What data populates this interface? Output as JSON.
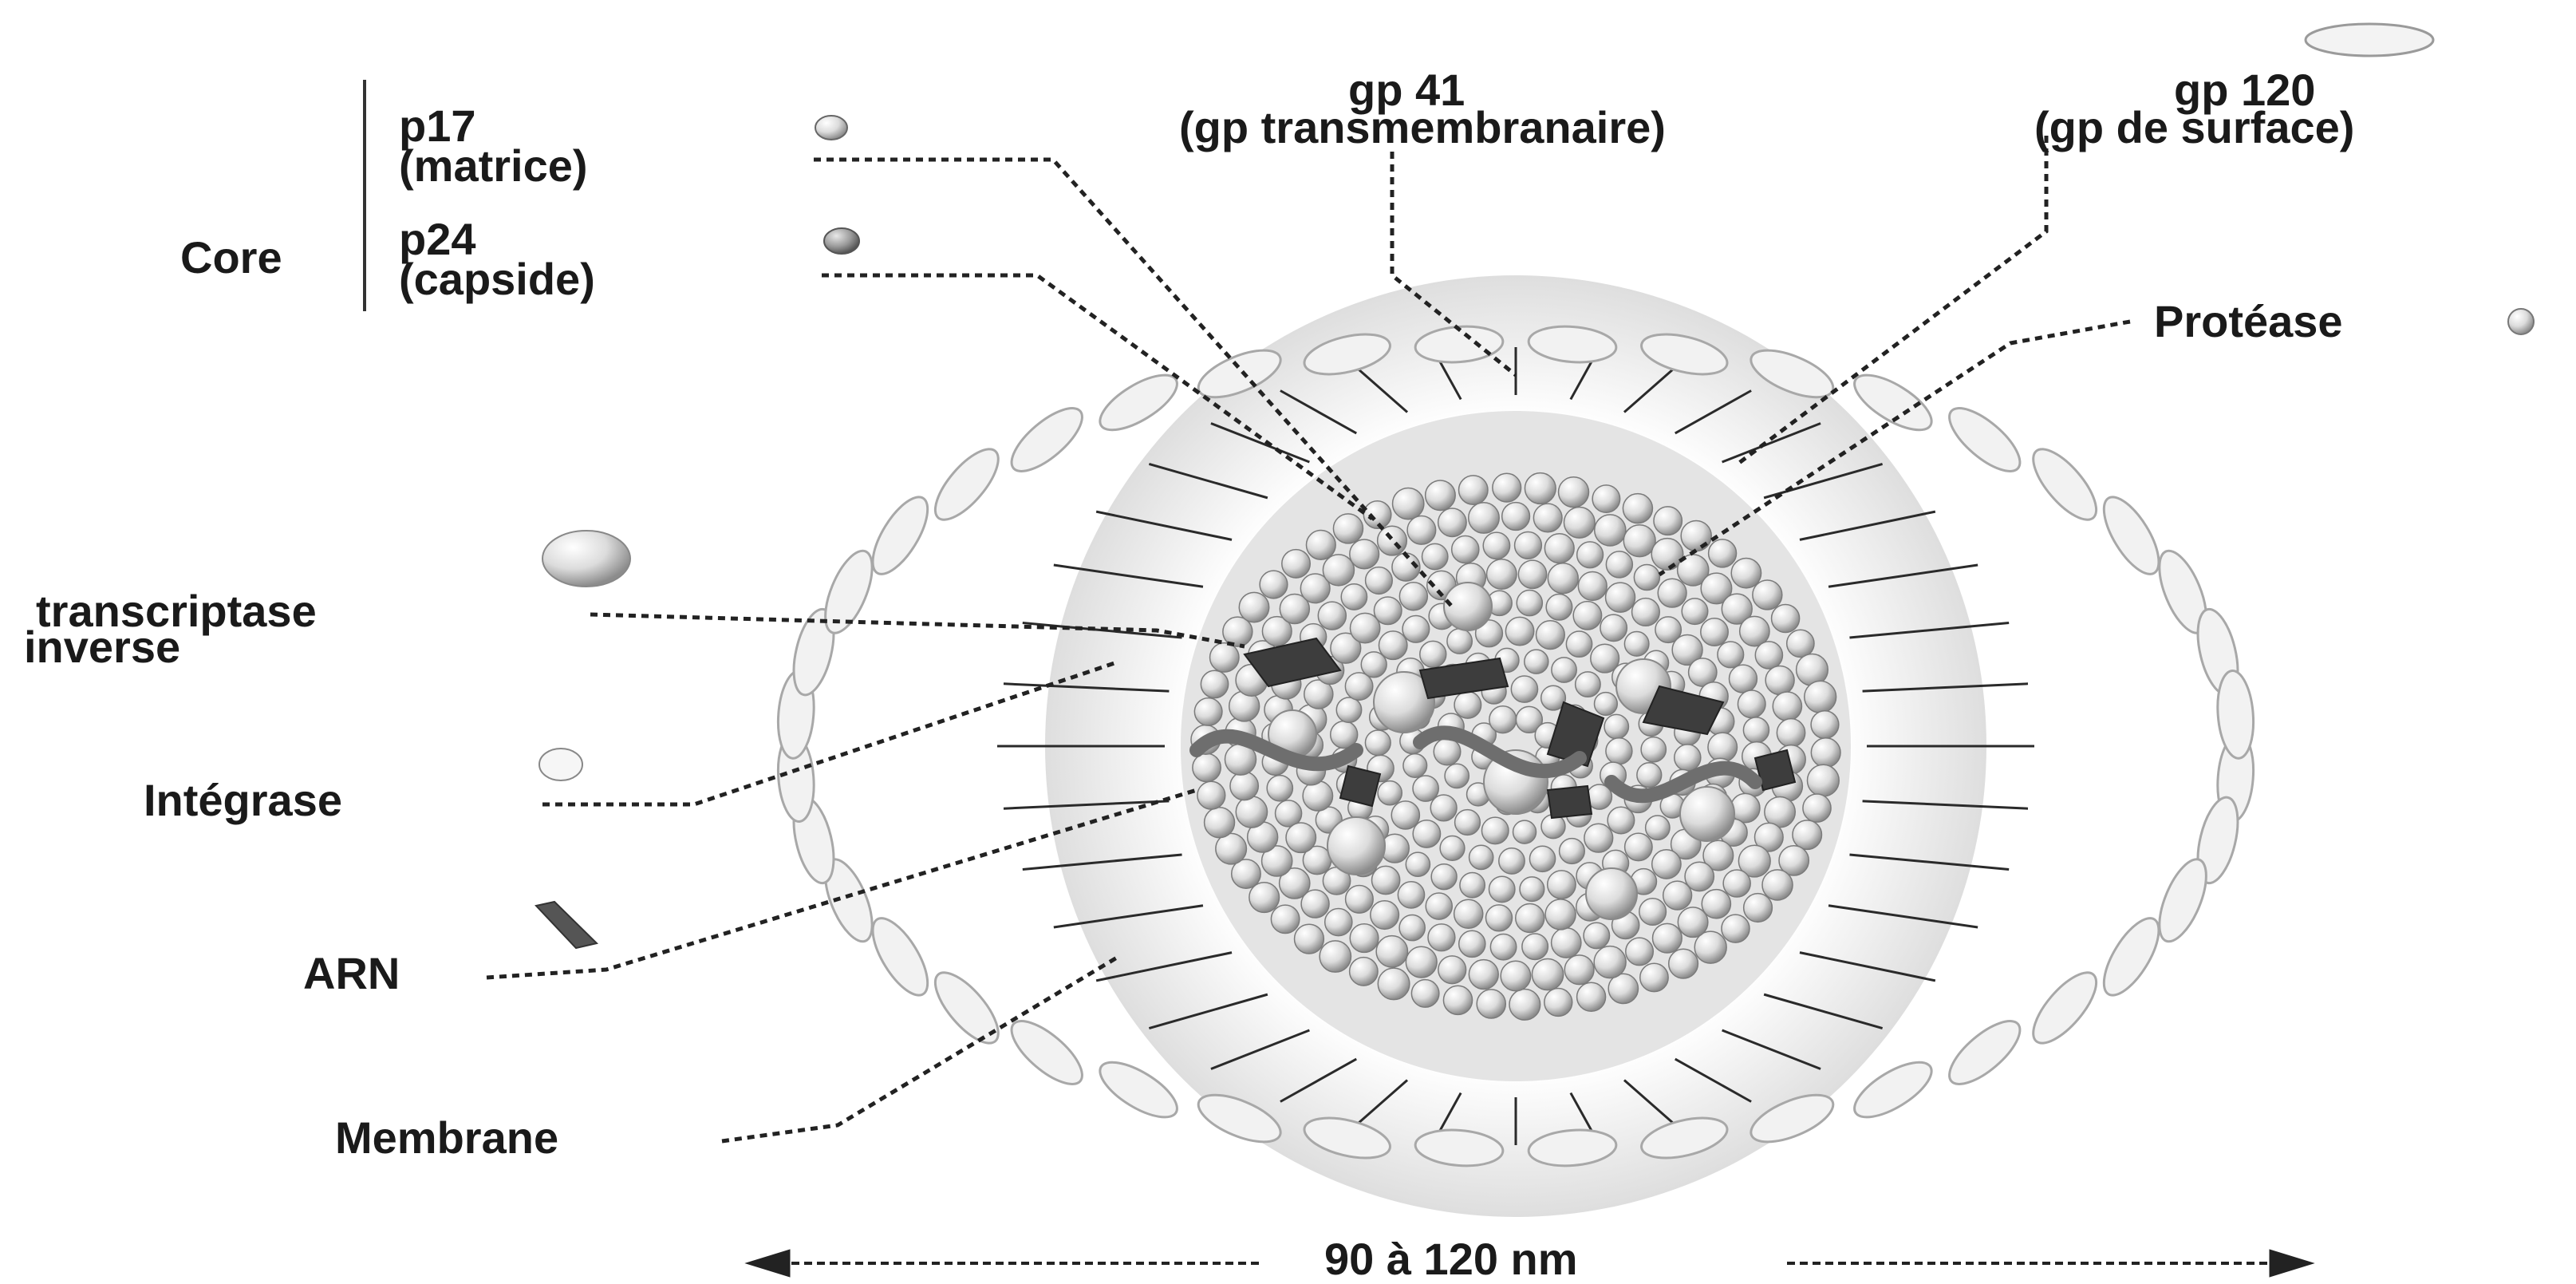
{
  "labels": {
    "core": "Core",
    "p17_name": "p17",
    "p17_desc": "(matrice)",
    "p24_name": "p24",
    "p24_desc": "(capside)",
    "gp41_name": "gp 41",
    "gp41_desc": "(gp transmembranaire)",
    "gp120_name": "gp 120",
    "gp120_desc": "(gp de surface)",
    "protease": "Protéase",
    "transcriptase_line1": "transcriptase",
    "transcriptase_line2": "inverse",
    "integrase": "Intégrase",
    "arn": "ARN",
    "membrane": "Membrane",
    "size": "90 à 120 nm"
  },
  "colors": {
    "ink": "#1a1a1a",
    "sphere_light": "#f4f4f4",
    "sphere_dark": "#8c8c8c",
    "envelope": "#e9e9e9",
    "halo": "#d6d6d6",
    "dark_protein": "#3d3d3d"
  },
  "icons": [
    "matrix-protein-icon",
    "capsid-protein-icon",
    "gp120-icon",
    "protease-icon",
    "transcriptase-icon",
    "integrase-icon",
    "rna-strand-icon"
  ]
}
